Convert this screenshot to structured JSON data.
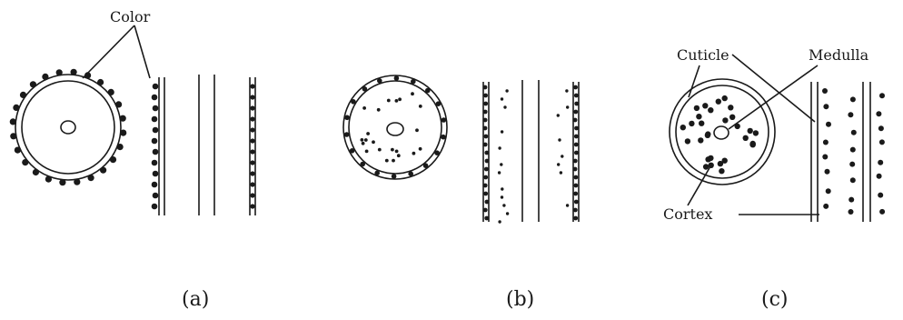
{
  "labels": {
    "color": "Color",
    "cuticle": "Cuticle",
    "medulla": "Medulla",
    "cortex": "Cortex"
  },
  "captions": {
    "a": "(a)",
    "b": "(b)",
    "c": "(c)"
  }
}
